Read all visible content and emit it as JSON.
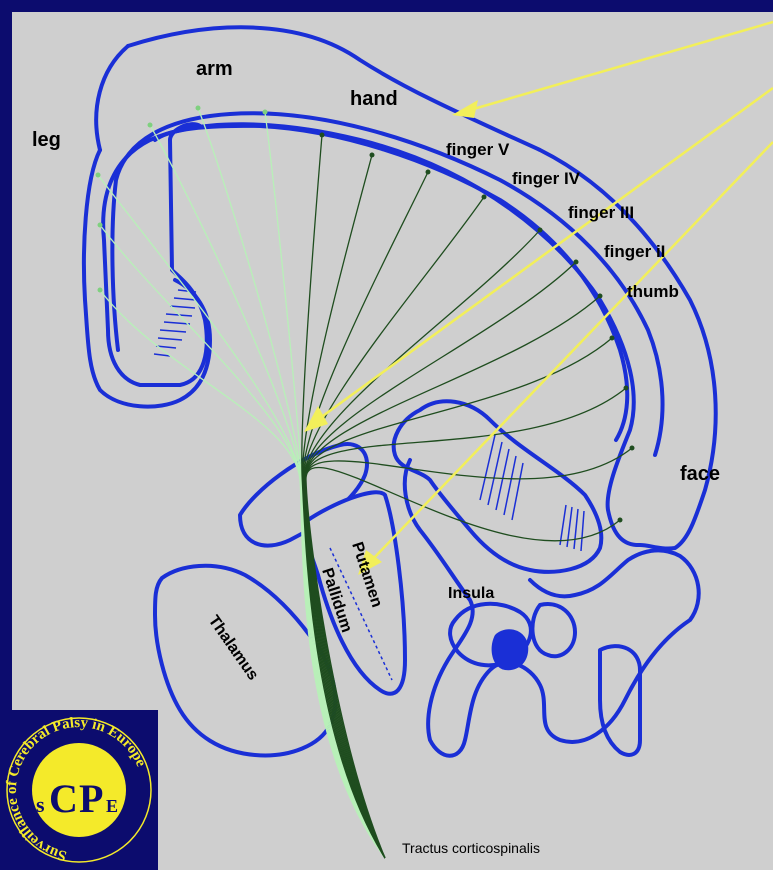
{
  "diagram": {
    "labels": {
      "arm": "arm",
      "hand": "hand",
      "leg": "leg",
      "finger_v": "finger V",
      "finger_iv": "finger IV",
      "finger_iii": "finger III",
      "finger_ii": "finger iI",
      "thumb": "thumb",
      "face": "face",
      "insula": "Insula",
      "putamen": "Putamen",
      "pallidum": "Pallidum",
      "thalamus": "Thalamus",
      "tract": "Tractus corticospinalis"
    },
    "colors": {
      "background": "#0c0c6e",
      "panel": "#cfcfcf",
      "outline": "#1a2fd6",
      "arrow": "#f2ef5a",
      "fiber_light": "#b8f0b8",
      "fiber_dark": "#1f4d1f"
    }
  },
  "logo": {
    "ring_text": "Surveillance of Cerebral Palsy in Europe",
    "letters": {
      "s": "s",
      "c": "C",
      "p": "P",
      "e": "E"
    },
    "colors": {
      "ring": "#0c0c6e",
      "inner": "#f4ea2a"
    }
  }
}
